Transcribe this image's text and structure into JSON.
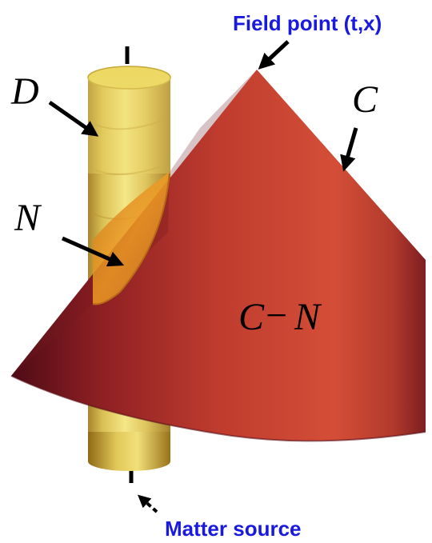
{
  "labels": {
    "field_point": "Field point (t,x)",
    "matter_source": "Matter source",
    "d": "D",
    "c": "C",
    "n": "N",
    "c_minus_n_c": "C",
    "c_minus_n_op": "−",
    "c_minus_n_n": "N"
  },
  "colors": {
    "label_blue": "#1a1adf",
    "cone_light": "#d9513a",
    "cone_dark": "#5c0f19",
    "cylinder_light": "#f2e278",
    "cylinder_dark": "#b38a22",
    "intersection": "#e7901f"
  }
}
